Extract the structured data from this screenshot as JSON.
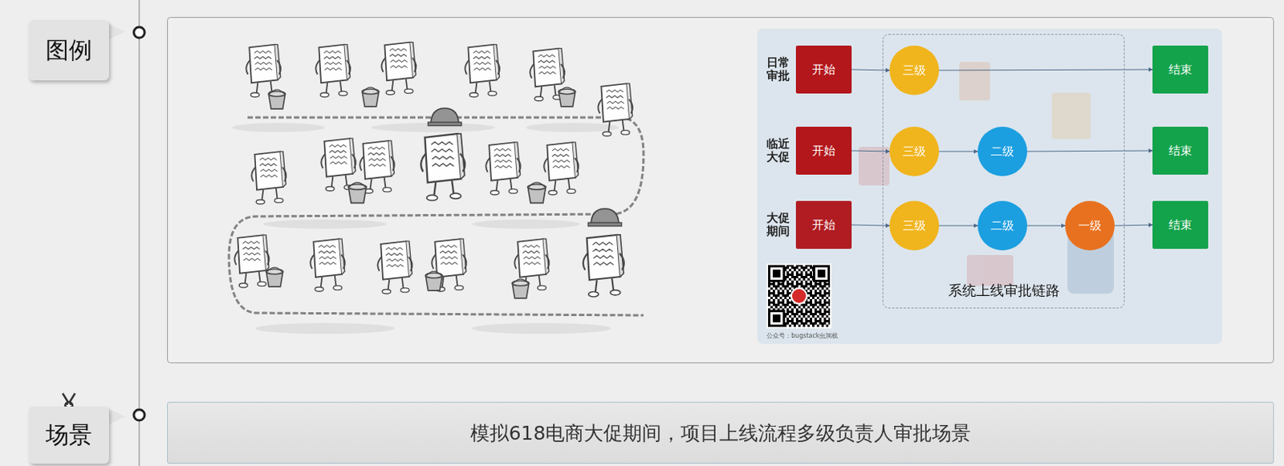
{
  "diagram": {
    "nodes": [
      {
        "text": [
          "图例"
        ]
      },
      {
        "text": [
          "系统上线审批链路"
        ]
      },
      {
        "text": [
          "开始"
        ]
      },
      {
        "text": [
          "三级"
        ],
        "in": 1
      },
      {
        "text": [
          "结束"
        ]
      },
      {
        "text": [
          "开始"
        ]
      },
      {
        "text": [
          "三级"
        ],
        "in": 1
      },
      {
        "text": [
          "二级"
        ],
        "in": 1
      },
      {
        "text": [
          "结束"
        ]
      },
      {
        "text": [
          "开始"
        ]
      },
      {
        "text": [
          "三级"
        ],
        "in": 1
      },
      {
        "text": [
          "二级"
        ],
        "in": 1
      },
      {
        "text": [
          "一级"
        ],
        "in": 1
      },
      {
        "text": [
          "结束"
        ]
      },
      {
        "text": [
          "场景"
        ]
      },
      {
        "text": [
          "模拟618电商大促期间，项目上线流程多级负责人审批场景"
        ]
      }
    ],
    "edges": [
      {
        "from": 2,
        "to": 3,
        "arrow": "to"
      },
      {
        "from": 3,
        "to": 4,
        "arrow": "to"
      },
      {
        "from": 5,
        "to": 6,
        "arrow": "to"
      },
      {
        "from": 6,
        "to": 7,
        "arrow": "to"
      },
      {
        "from": 7,
        "to": 8,
        "arrow": "to"
      },
      {
        "from": 9,
        "to": 10,
        "arrow": "to"
      },
      {
        "from": 10,
        "to": 11,
        "arrow": "to"
      },
      {
        "from": 11,
        "to": 12,
        "arrow": "to"
      },
      {
        "from": 12,
        "to": 13,
        "arrow": "to"
      }
    ],
    "labels": [
      "日常审批",
      "临近大促",
      "大促期间",
      "公众号：bugstack虫洞栈"
    ]
  }
}
